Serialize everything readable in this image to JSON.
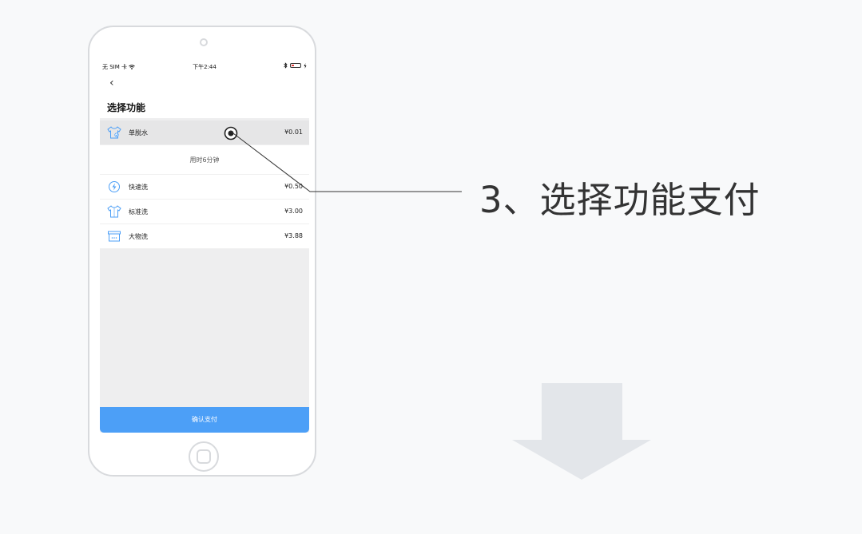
{
  "status_bar": {
    "carrier": "无 SIM 卡",
    "wifi_icon": "wifi-icon",
    "time": "下午2:44",
    "bluetooth_icon": "bluetooth-icon",
    "battery_icon": "battery-low-icon"
  },
  "nav": {
    "back_icon": "chevron-left-icon",
    "back_glyph": "‹",
    "title": "选择功能"
  },
  "functions": [
    {
      "label": "单脱水",
      "price": "¥0.01",
      "icon": "shirt-spin-icon",
      "selected": true
    },
    {
      "label": "快速洗",
      "price": "¥0.50",
      "icon": "lightning-icon",
      "selected": false
    },
    {
      "label": "标准洗",
      "price": "¥3.00",
      "icon": "tshirt-icon",
      "selected": false
    },
    {
      "label": "大物洗",
      "price": "¥3.88",
      "icon": "box-icon",
      "selected": false
    }
  ],
  "duration_text": "用时6分钟",
  "confirm_label": "确认支付",
  "caption": "3、选择功能支付",
  "colors": {
    "accent": "#4c9ff7",
    "icon_blue": "#4c9ff7",
    "selected_row": "#e6e6e7",
    "caption": "#333333",
    "arrow": "#e3e6ea"
  }
}
